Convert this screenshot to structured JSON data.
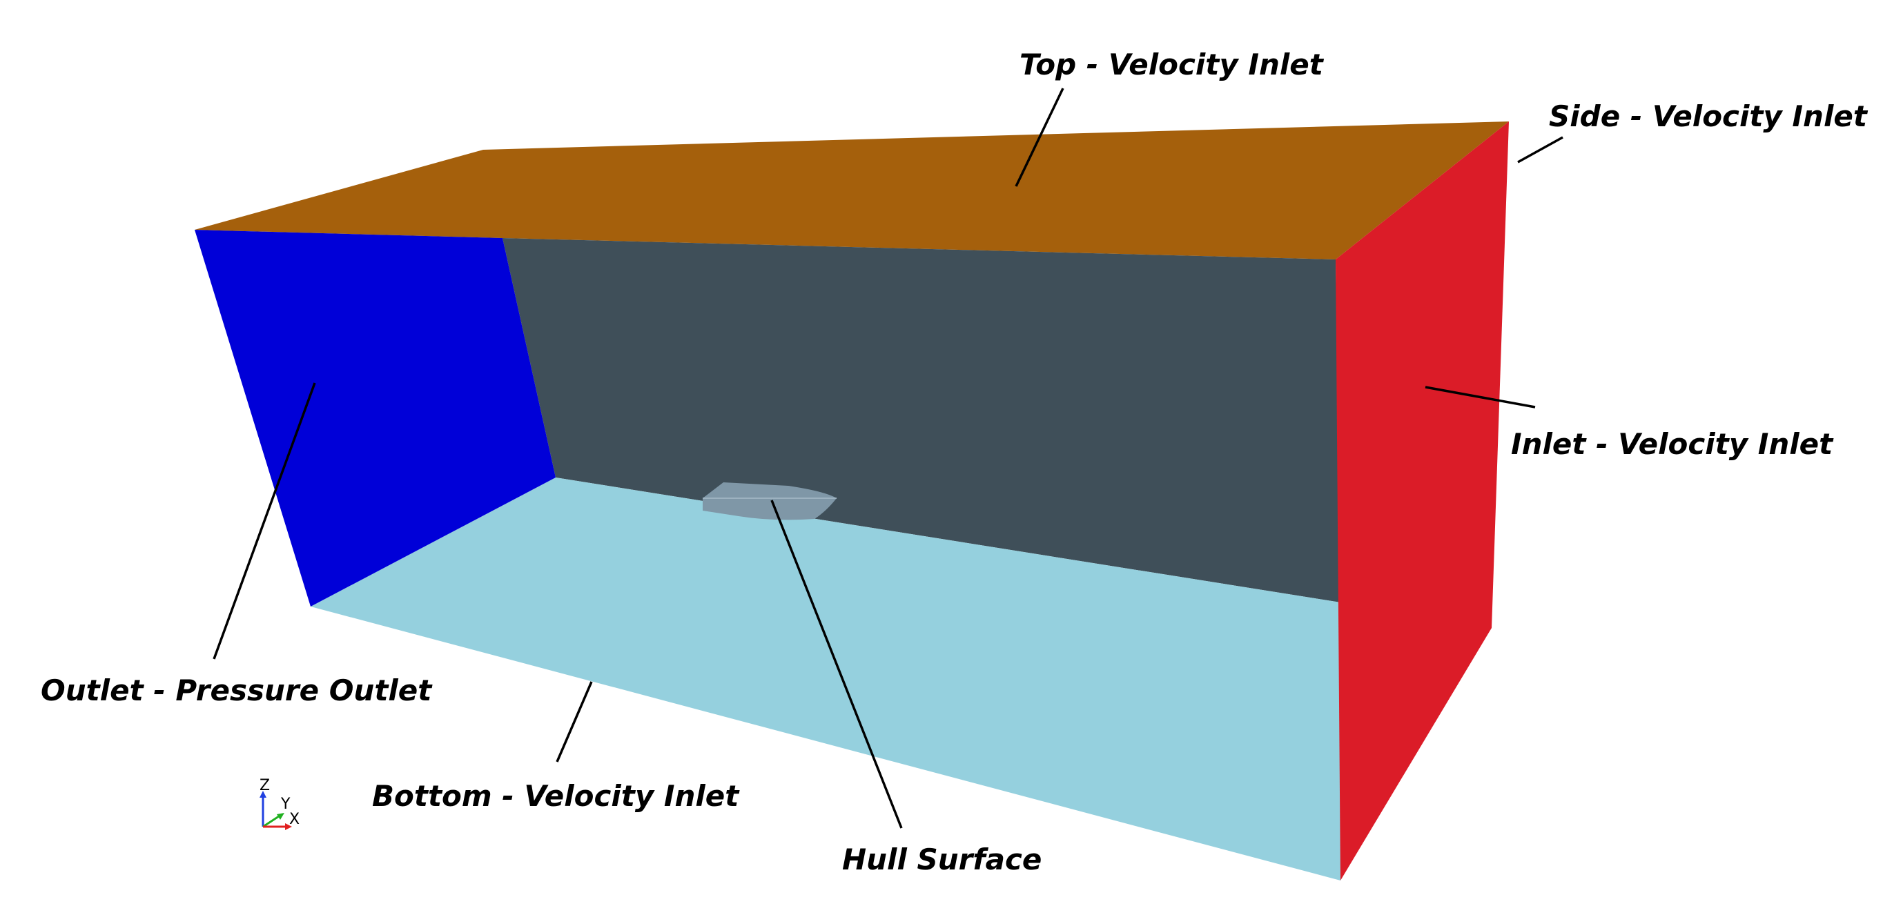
{
  "labels": {
    "top": "Top - Velocity Inlet",
    "side": "Side - Velocity Inlet",
    "inlet": "Inlet - Velocity Inlet",
    "outlet": "Outlet - Pressure Outlet",
    "bottom": "Bottom - Velocity Inlet",
    "hull": "Hull Surface"
  },
  "triad": {
    "z": "Z",
    "y": "Y",
    "x": "X"
  },
  "colors": {
    "top_face": "#a5600c",
    "back_wall": "#3f4f59",
    "outlet_face": "#0000d8",
    "inlet_face": "#db1c28",
    "bottom_face": "#95d0de",
    "hull": "#7f97a7",
    "axis_x": "#e02020",
    "axis_y": "#20b020",
    "axis_z": "#2040e0"
  }
}
